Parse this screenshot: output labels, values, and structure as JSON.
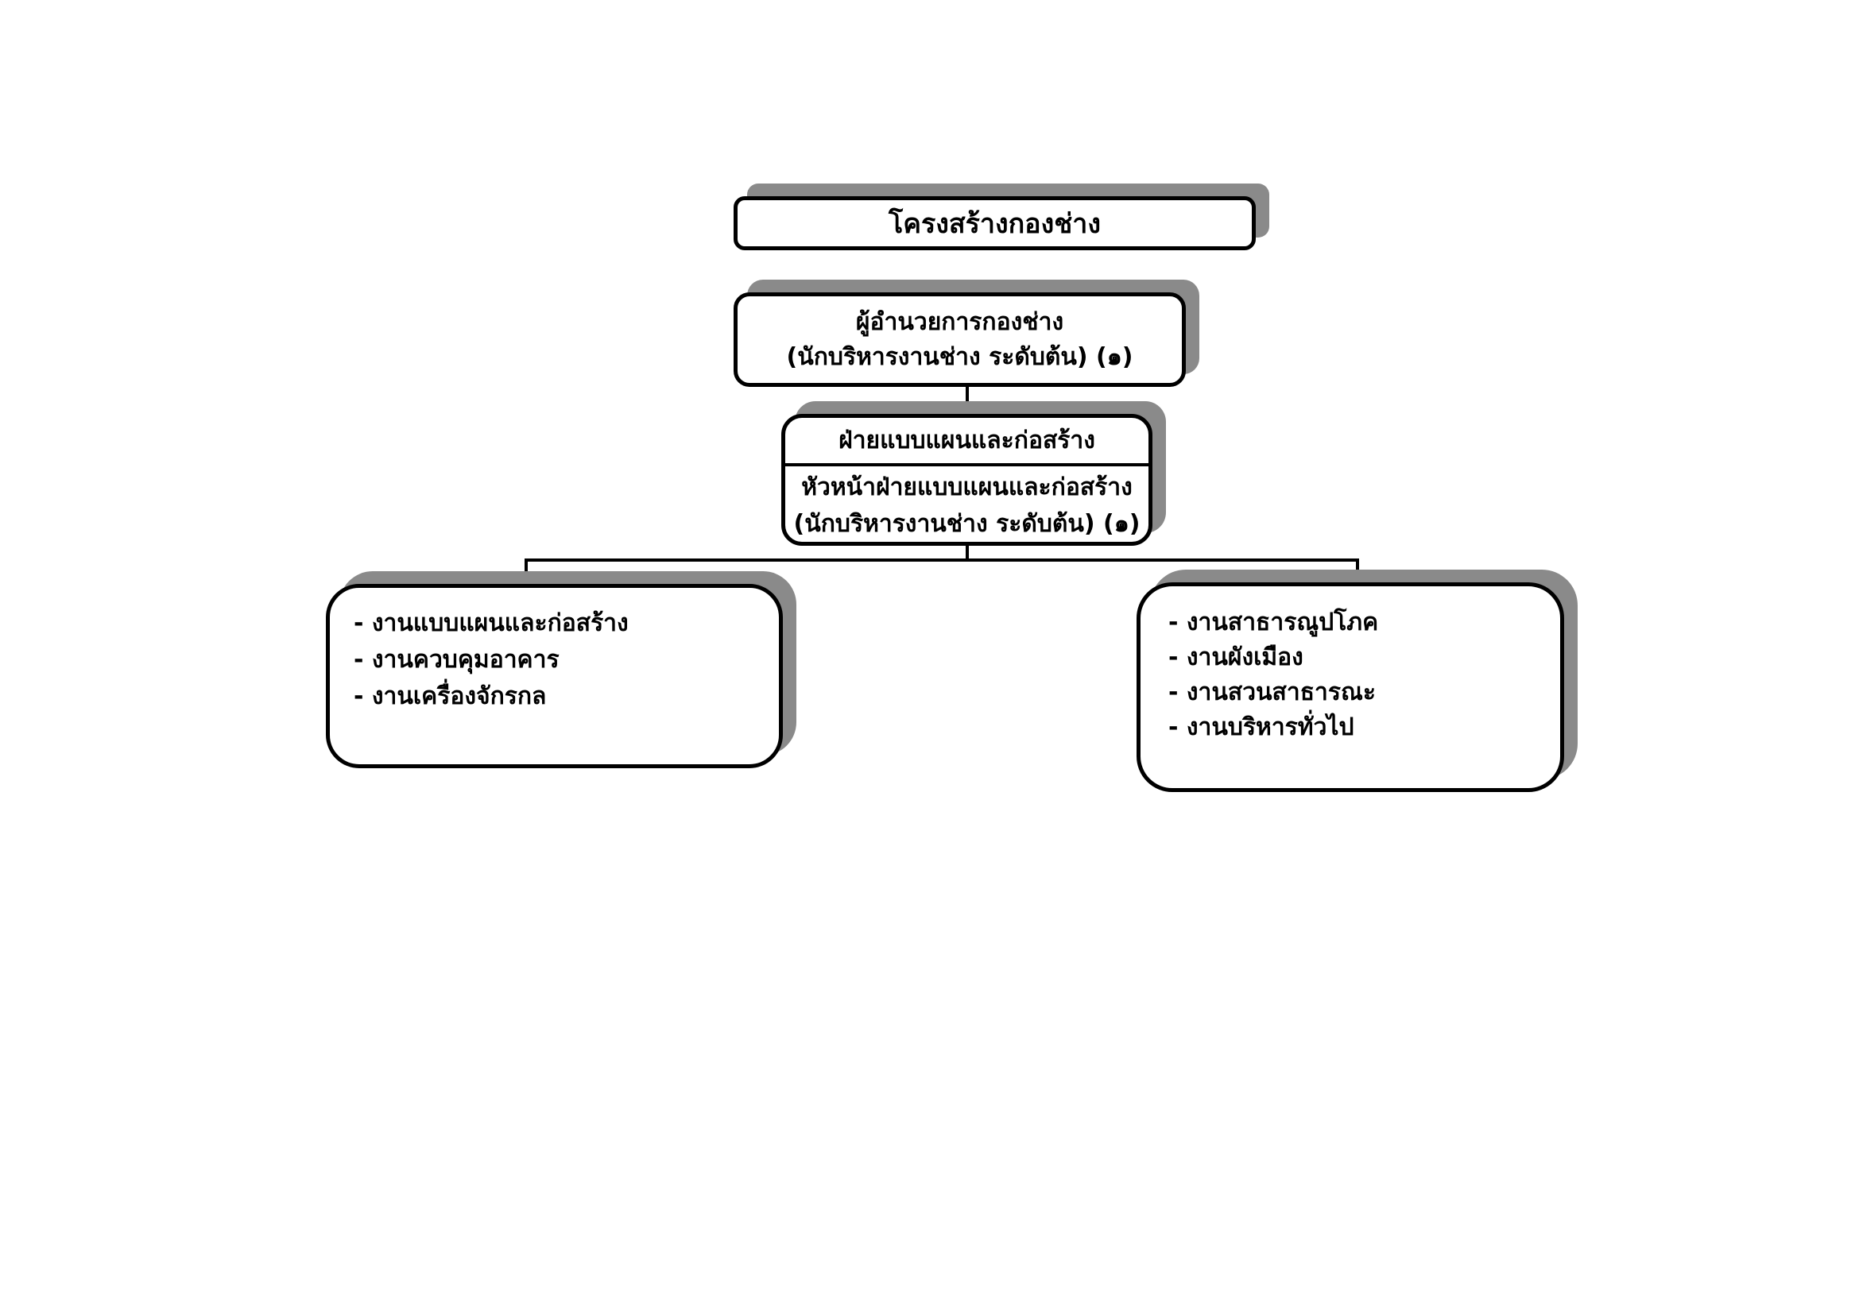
{
  "palette": {
    "background": "#ffffff",
    "box_fill": "#ffffff",
    "box_border": "#000000",
    "shadow": "#8a8a8a",
    "text": "#000000",
    "connector": "#000000"
  },
  "org_chart": {
    "title": "โครงสร้างกองช่าง",
    "director": {
      "name": "ผู้อำนวยการกองช่าง",
      "position": "(นักบริหารงานช่าง ระดับต้น) (๑)"
    },
    "division": {
      "name": "ฝ่ายแบบแผนและก่อสร้าง",
      "head": "หัวหน้าฝ่ายแบบแผนและก่อสร้าง",
      "position": "(นักบริหารงานช่าง ระดับต้น) (๑)"
    },
    "left_group": {
      "items": [
        "- งานแบบแผนและก่อสร้าง",
        "- งานควบคุมอาคาร",
        "- งานเครื่องจักรกล"
      ]
    },
    "right_group": {
      "items": [
        "- งานสาธารณูปโภค",
        "- งานผังเมือง",
        "- งานสวนสาธารณะ",
        "- งานบริหารทั่วไป"
      ]
    }
  }
}
